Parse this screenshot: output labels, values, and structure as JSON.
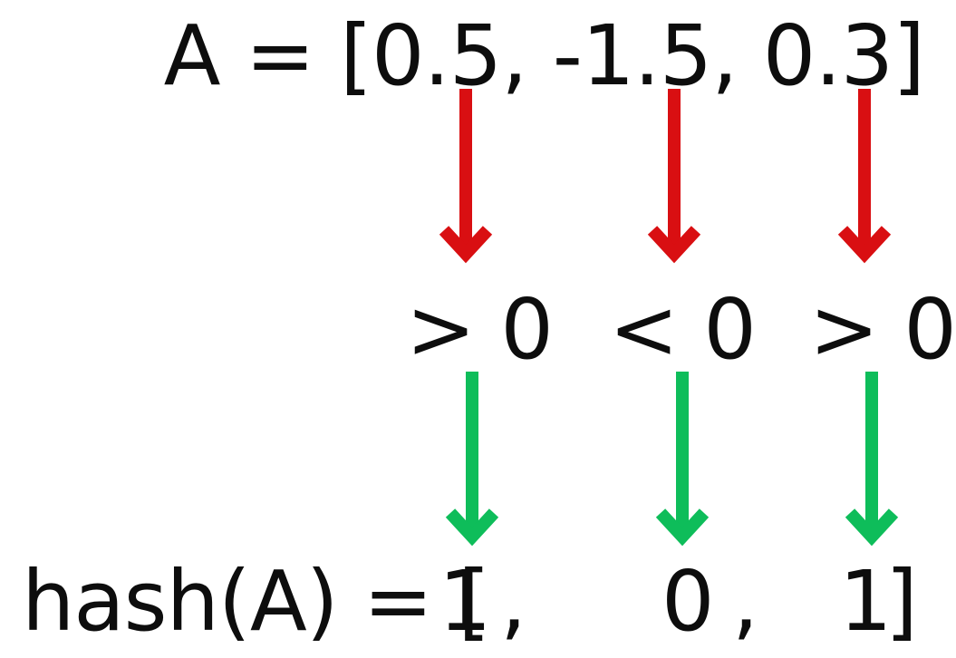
{
  "input": {
    "label": "A = [0.5, -1.5, 0.3]",
    "values": [
      0.5,
      -1.5,
      0.3
    ]
  },
  "comparisons": [
    "> 0",
    "< 0",
    "> 0"
  ],
  "output": {
    "label": "hash(A) = [",
    "bits": [
      "1",
      "0",
      "1"
    ],
    "separator": ",",
    "close": "]"
  },
  "colors": {
    "threshold_arrow": "#d90f12",
    "output_arrow": "#0ebd5a",
    "text": "#0d0d0d"
  }
}
